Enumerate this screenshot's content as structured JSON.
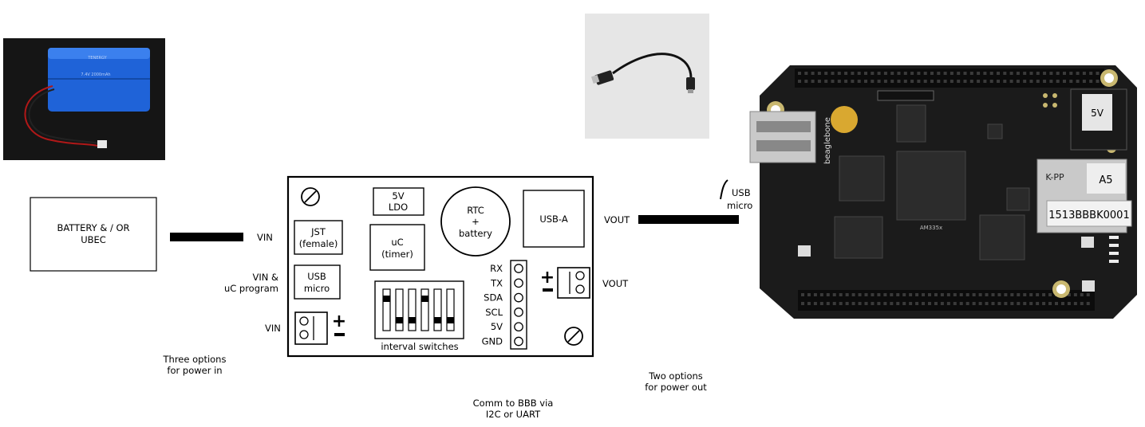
{
  "source_box": {
    "line1": "BATTERY & / OR",
    "line2": "UBEC"
  },
  "battery_pack": {
    "label": "7.4V 2000mAh",
    "maker": "TENERGY"
  },
  "usb_cable": {
    "label": ""
  },
  "board": {
    "rtc": {
      "line1": "RTC",
      "line2": "+",
      "line3": "battery"
    },
    "ldo": {
      "line1": "5V",
      "line2": "LDO"
    },
    "usb_a": "USB-A",
    "jst": {
      "line1": "JST",
      "line2": "(female)"
    },
    "uc": {
      "line1": "uC",
      "line2": "(timer)"
    },
    "usb_micro": {
      "line1": "USB",
      "line2": "micro"
    },
    "interval_switches": "interval switches",
    "pins": [
      "RX",
      "TX",
      "SDA",
      "SCL",
      "5V",
      "GND"
    ],
    "switch_positions": [
      "up",
      "down",
      "down",
      "up",
      "down",
      "down"
    ]
  },
  "labels": {
    "vin_top": "VIN",
    "vin_program": {
      "line1": "VIN &",
      "line2": "uC program"
    },
    "vin_bottom": "VIN",
    "vout_top": "VOUT",
    "vout_right": "VOUT",
    "usb_micro_right": {
      "line1": "USB",
      "line2": "micro"
    },
    "power_in_note": {
      "line1": "Three options",
      "line2": "for power in"
    },
    "power_out_note": {
      "line1": "Two options",
      "line2": "for power out"
    },
    "comm_note": {
      "line1": "Comm to BBB via",
      "line2": "I2C or UART"
    }
  },
  "beaglebone": {
    "serial": "1513BBBK0001",
    "brand": "beaglebone",
    "chip1": "AM335x",
    "jack": "5V",
    "tag": "A5",
    "tag2": "K-PP",
    "colors": {
      "pcb": "#1b1b1b",
      "header": "#0c0c0c",
      "metal": "#c9c9c9"
    }
  }
}
